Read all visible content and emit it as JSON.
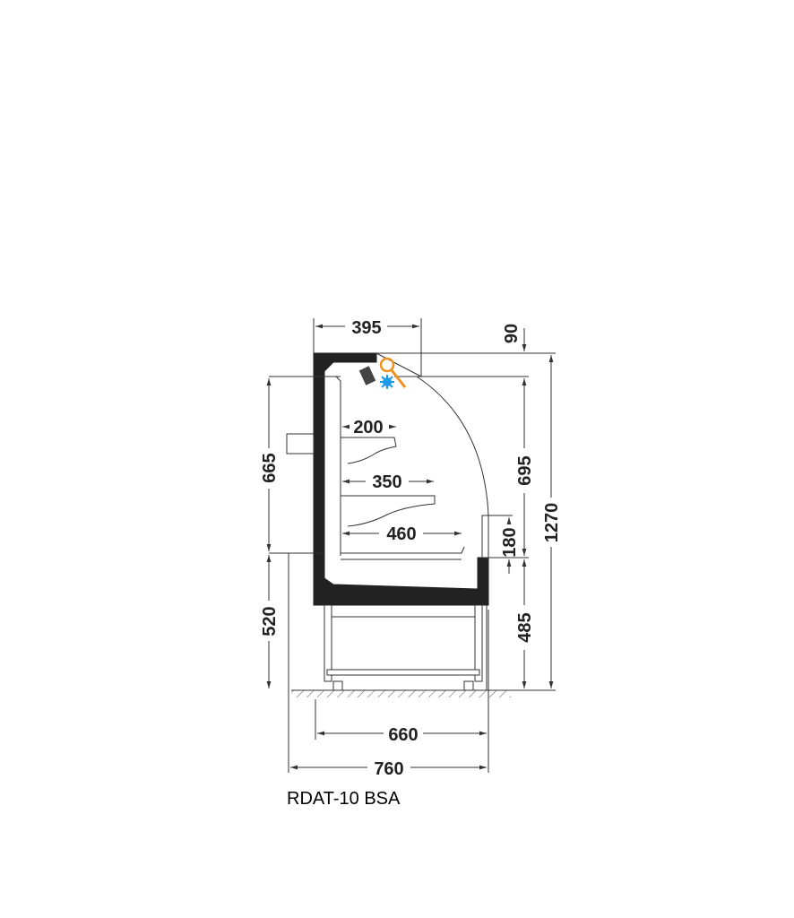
{
  "model_label": "RDAT-10 BSA",
  "dimensions": {
    "canopy_depth": "395",
    "top_offset": "90",
    "shelf_top": "200",
    "shelf_middle": "350",
    "shelf_bottom": "460",
    "display_height": "665",
    "glass_height": "695",
    "front_height": "180",
    "base_height_left": "520",
    "base_height_right": "485",
    "total_height": "1270",
    "body_depth": "660",
    "total_depth": "760"
  },
  "colors": {
    "body": "#222222",
    "light_icon": "#f0901e",
    "cold_icon": "#1e9be8"
  }
}
